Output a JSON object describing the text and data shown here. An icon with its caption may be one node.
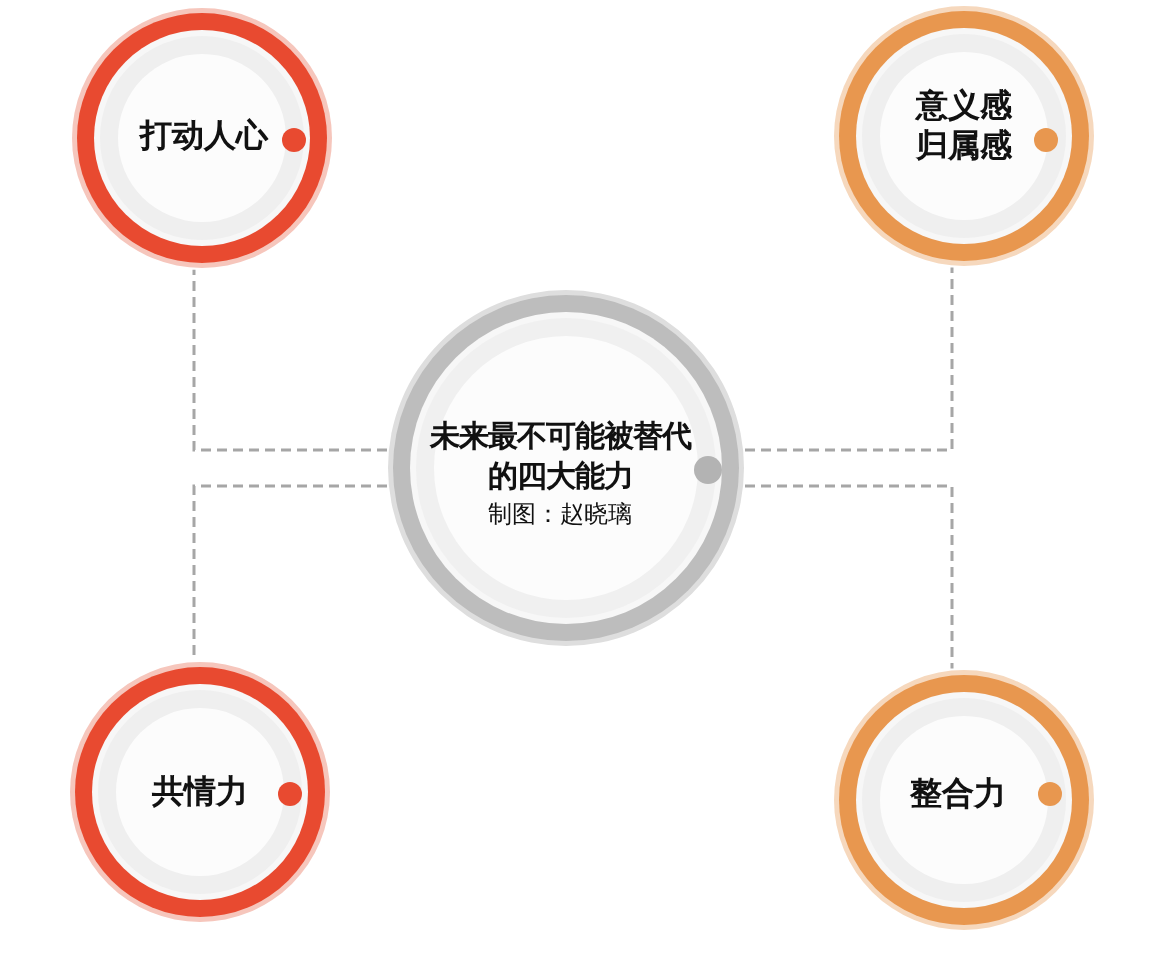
{
  "diagram": {
    "nodes": [
      {
        "text": [
          "打动人心"
        ]
      },
      {
        "text": [
          "意义感归属感"
        ]
      },
      {
        "text": [
          "未来最不可能被替代的四大能力",
          "制图：赵晓璃"
        ]
      },
      {
        "text": [
          "共情力"
        ]
      },
      {
        "text": [
          "整合力"
        ]
      }
    ],
    "edges": [
      {
        "from": 2,
        "to": 0,
        "arrow": "none",
        "style": "dashed"
      },
      {
        "from": 2,
        "to": 1,
        "arrow": "none",
        "style": "dashed"
      },
      {
        "from": 2,
        "to": 3,
        "arrow": "none",
        "style": "dashed"
      },
      {
        "from": 2,
        "to": 4,
        "arrow": "none",
        "style": "dashed"
      }
    ]
  }
}
